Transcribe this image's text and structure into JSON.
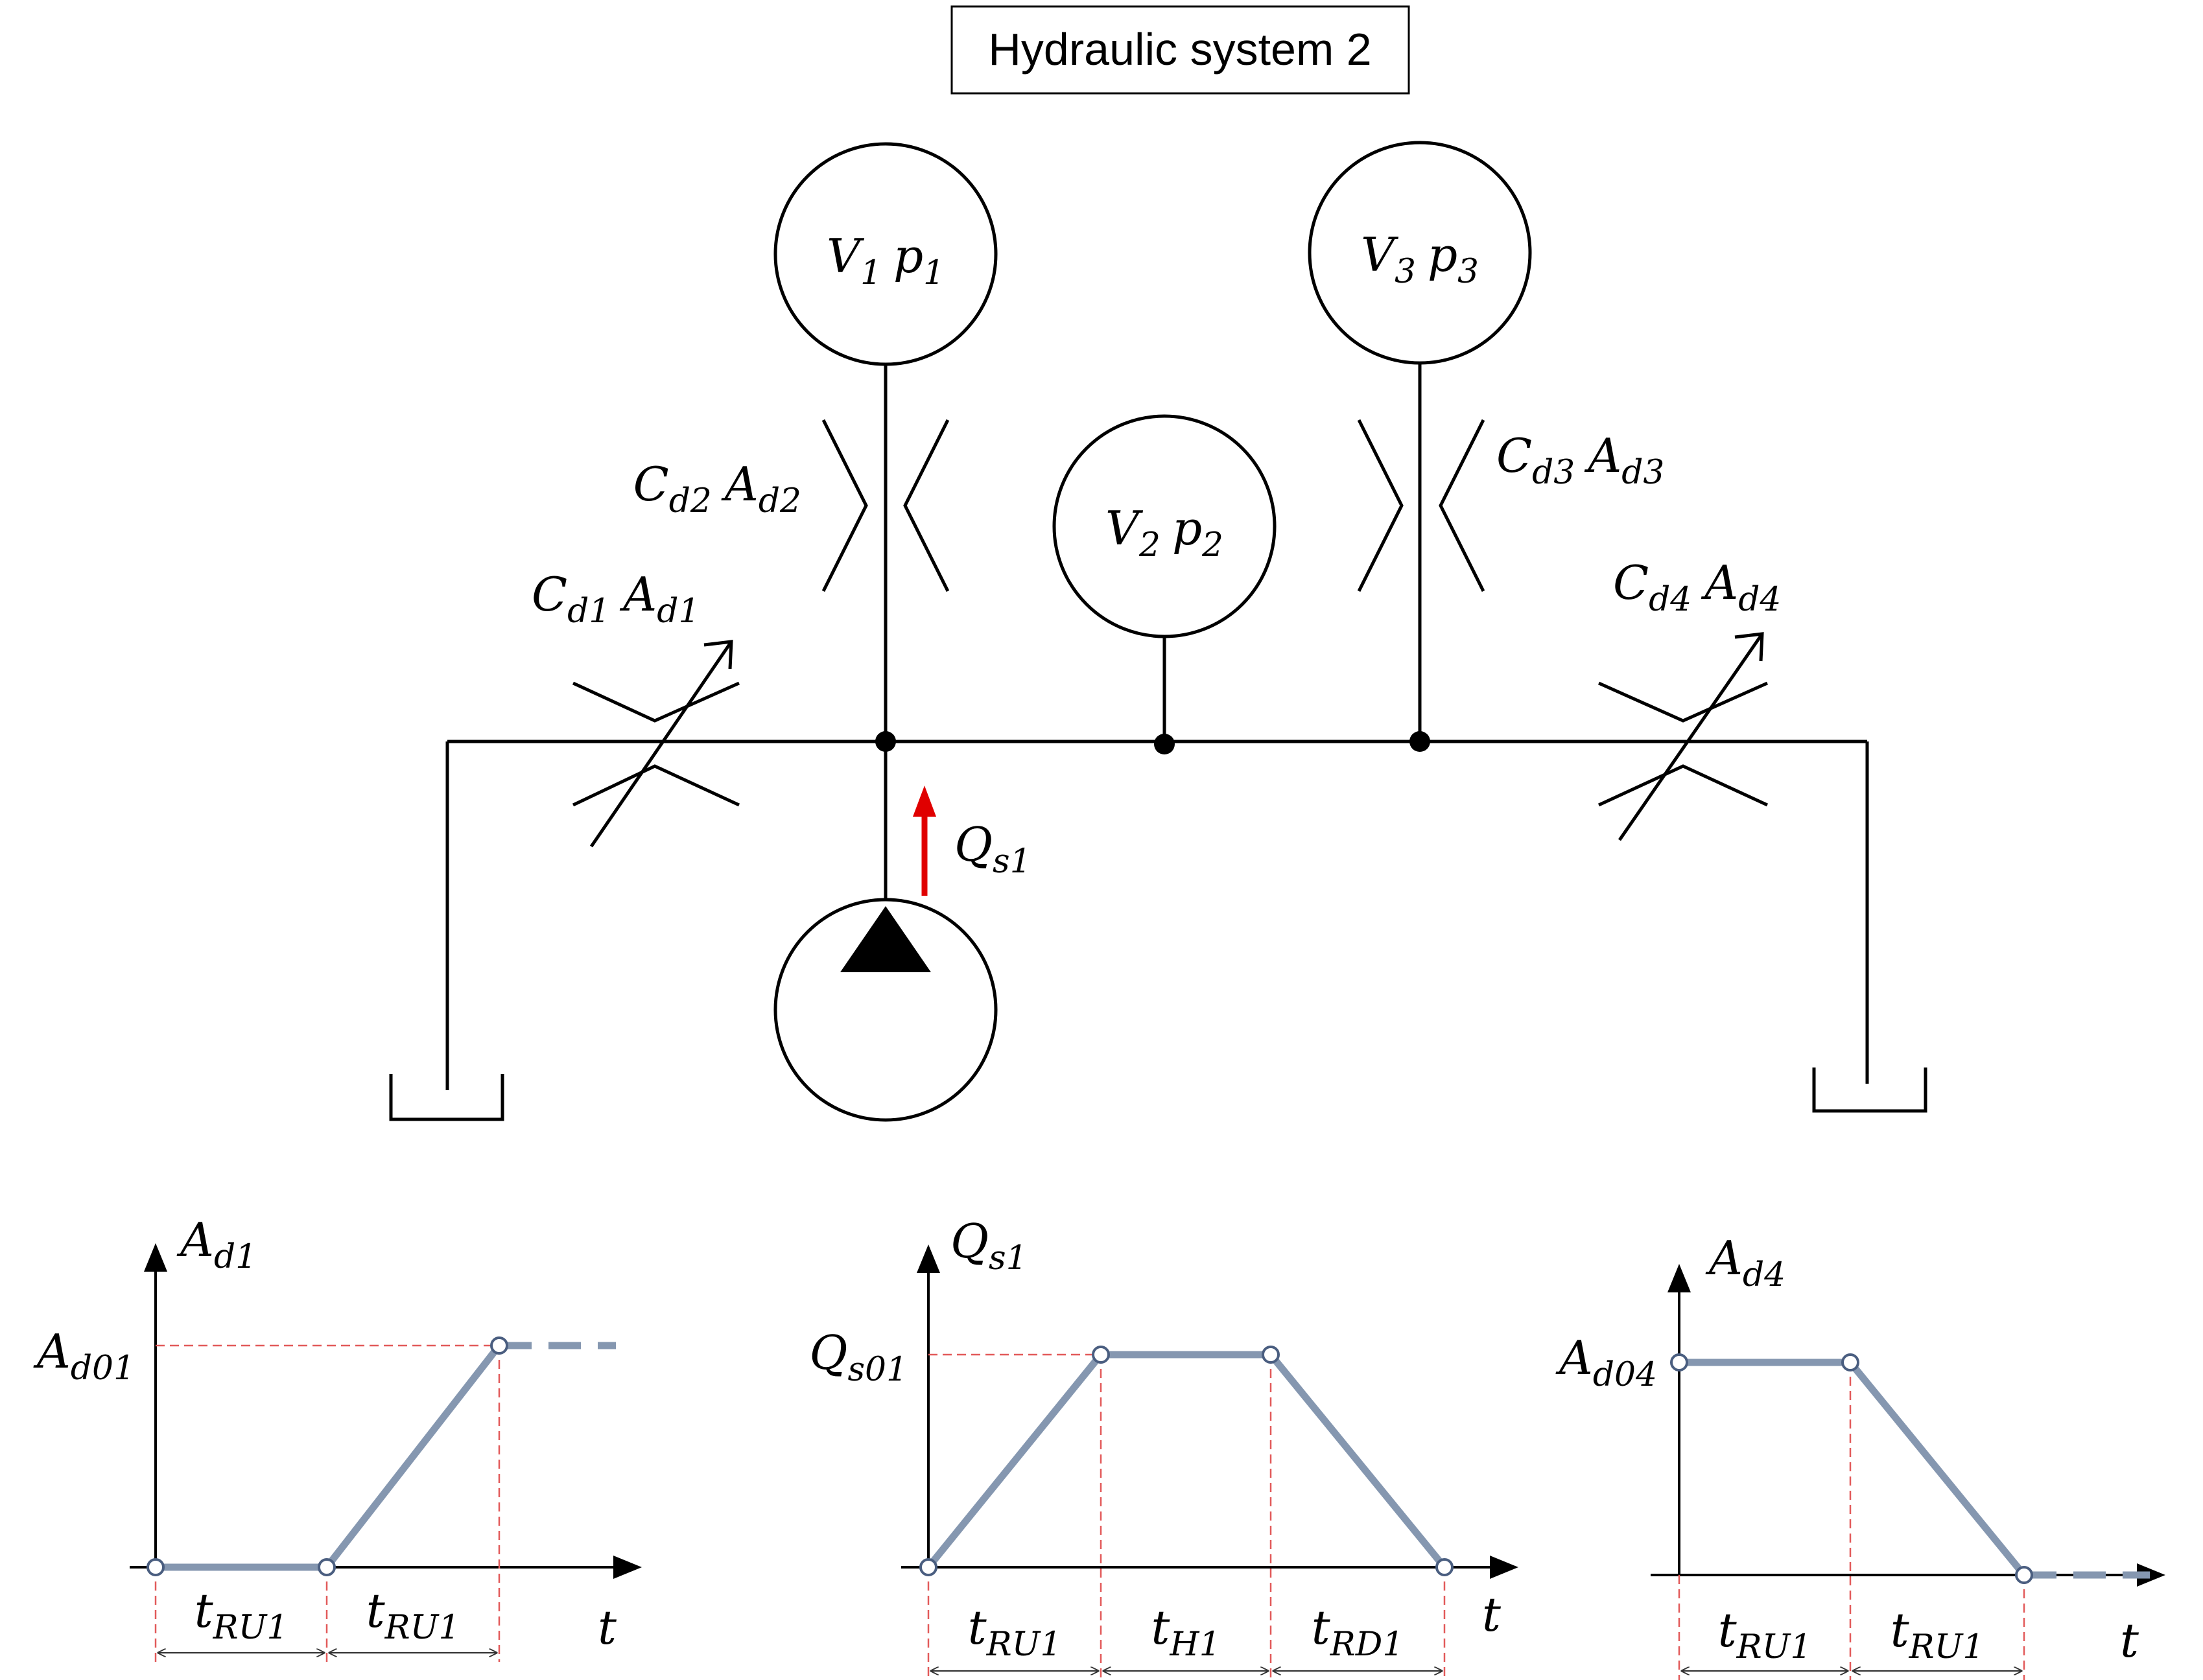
{
  "title": "Hydraulic system 2",
  "components": {
    "volume1": {
      "v": "V",
      "vi": "1",
      "p": "p",
      "pi": "1"
    },
    "volume2": {
      "v": "V",
      "vi": "2",
      "p": "p",
      "pi": "2"
    },
    "volume3": {
      "v": "V",
      "vi": "3",
      "p": "p",
      "pi": "3"
    },
    "orifice1": {
      "c": "C",
      "ci": "d1",
      "a": "A",
      "ai": "d1"
    },
    "orifice2": {
      "c": "C",
      "ci": "d2",
      "a": "A",
      "ai": "d2"
    },
    "orifice3": {
      "c": "C",
      "ci": "d3",
      "a": "A",
      "ai": "d3"
    },
    "orifice4": {
      "c": "C",
      "ci": "d4",
      "a": "A",
      "ai": "d4"
    },
    "pump_flow": {
      "q": "Q",
      "qi": "s1"
    }
  },
  "colors": {
    "flow_arrow": "#e00000",
    "profile": "#8597b0",
    "guide": "#e25a5a"
  },
  "plots": [
    {
      "ylabel": {
        "base": "A",
        "sub": "d1"
      },
      "ylevel": {
        "base": "A",
        "sub": "d01"
      },
      "xlabel": "t",
      "intervals": [
        {
          "base": "t",
          "sub": "RU1"
        },
        {
          "base": "t",
          "sub": "RU1"
        }
      ],
      "profile": [
        0,
        0,
        1,
        1
      ]
    },
    {
      "ylabel": {
        "base": "Q",
        "sub": "s1"
      },
      "ylevel": {
        "base": "Q",
        "sub": "s01"
      },
      "xlabel": "t",
      "intervals": [
        {
          "base": "t",
          "sub": "RU1"
        },
        {
          "base": "t",
          "sub": "H1"
        },
        {
          "base": "t",
          "sub": "RD1"
        }
      ],
      "profile": [
        0,
        1,
        1,
        0
      ]
    },
    {
      "ylabel": {
        "base": "A",
        "sub": "d4"
      },
      "ylevel": {
        "base": "A",
        "sub": "d04"
      },
      "xlabel": "t",
      "intervals": [
        {
          "base": "t",
          "sub": "RU1"
        },
        {
          "base": "t",
          "sub": "RU1"
        }
      ],
      "profile": [
        1,
        1,
        0,
        0
      ]
    }
  ]
}
